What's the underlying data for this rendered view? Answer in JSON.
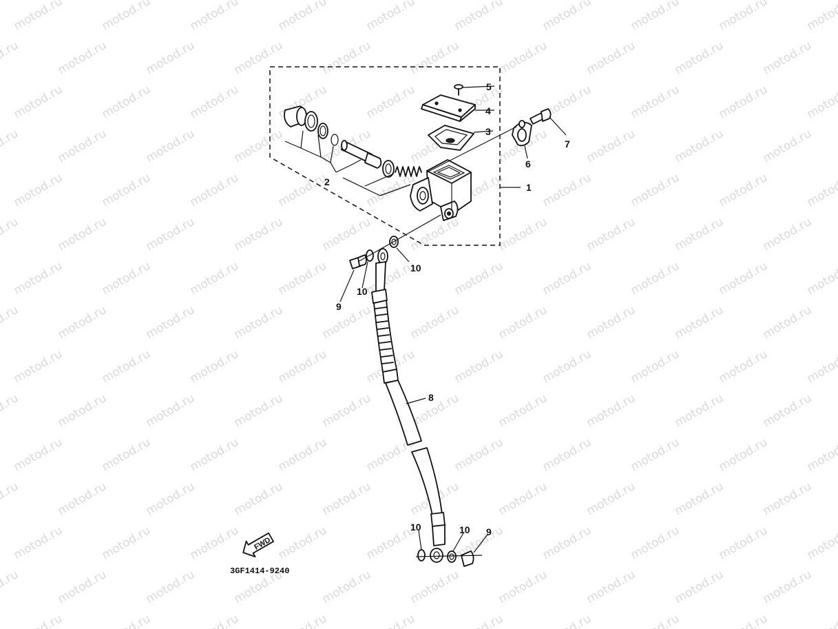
{
  "watermark": {
    "text": "motod.ru",
    "color": "#d9d9d9"
  },
  "diagram": {
    "code": "3GF1414-9240",
    "fwd_label": "FWD",
    "callouts": [
      {
        "id": "1",
        "label": "1"
      },
      {
        "id": "2",
        "label": "2"
      },
      {
        "id": "3",
        "label": "3"
      },
      {
        "id": "4",
        "label": "4"
      },
      {
        "id": "5",
        "label": "5"
      },
      {
        "id": "6",
        "label": "6"
      },
      {
        "id": "7",
        "label": "7"
      },
      {
        "id": "8",
        "label": "8"
      },
      {
        "id": "9a",
        "label": "9"
      },
      {
        "id": "9b",
        "label": "9"
      },
      {
        "id": "10a",
        "label": "10"
      },
      {
        "id": "10b",
        "label": "10"
      },
      {
        "id": "10c",
        "label": "10"
      },
      {
        "id": "10d",
        "label": "10"
      }
    ]
  }
}
